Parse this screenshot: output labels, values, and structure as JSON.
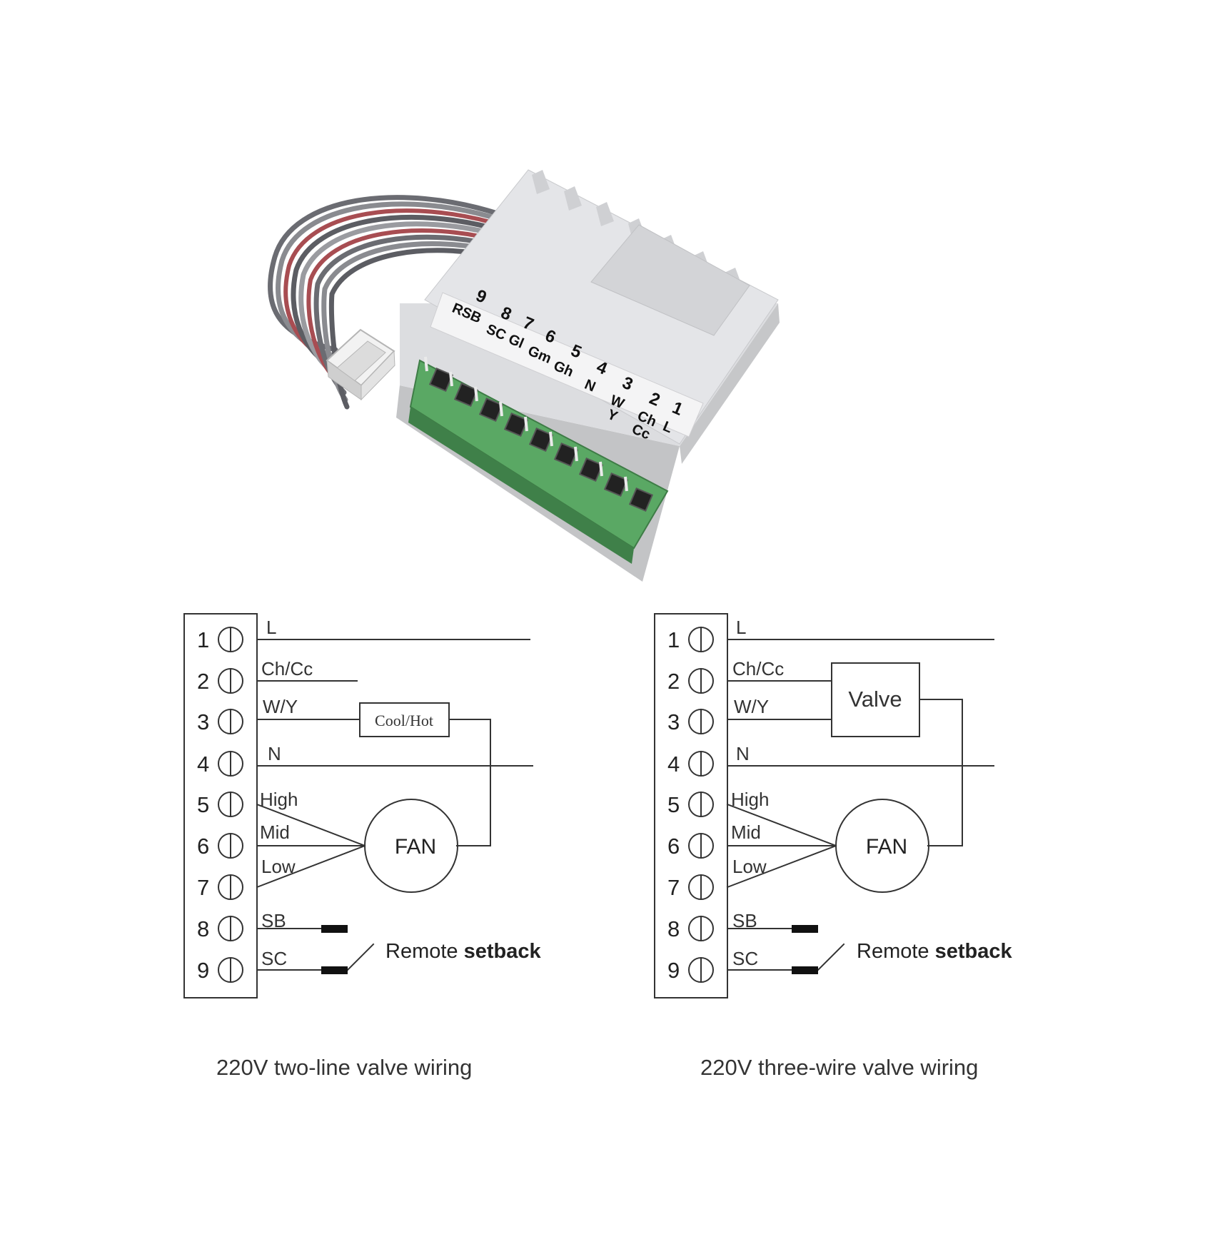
{
  "device": {
    "terminals": [
      {
        "number": "9",
        "code": "RSB"
      },
      {
        "number": "8",
        "code": "SC"
      },
      {
        "number": "7",
        "code": "Gl"
      },
      {
        "number": "6",
        "code": "Gm"
      },
      {
        "number": "5",
        "code": "Gh"
      },
      {
        "number": "4",
        "code": "N"
      },
      {
        "number": "3",
        "code": "W",
        "code2": "Y"
      },
      {
        "number": "2",
        "code": "Ch",
        "code2": "Cc"
      },
      {
        "number": "1",
        "code": "L"
      }
    ],
    "colors": {
      "housing": "#e3e4e6",
      "terminal_block": "#5aa864",
      "wire": "#6b6c72"
    }
  },
  "diagrams": [
    {
      "caption": "220V two-line valve wiring",
      "terminal_numbers": [
        "1",
        "2",
        "3",
        "4",
        "5",
        "6",
        "7",
        "8",
        "9"
      ],
      "wire_labels": {
        "L": "L",
        "ChCc": "Ch/Cc",
        "WY": "W/Y",
        "N": "N",
        "High": "High",
        "Mid": "Mid",
        "Low": "Low",
        "SB": "SB",
        "SC": "SC"
      },
      "valve_label": "Cool/Hot",
      "fan_label": "FAN",
      "remote_label_plain": "Remote",
      "remote_label_bold": "setback"
    },
    {
      "caption": "220V three-wire valve wiring",
      "terminal_numbers": [
        "1",
        "2",
        "3",
        "4",
        "5",
        "6",
        "7",
        "8",
        "9"
      ],
      "wire_labels": {
        "L": "L",
        "ChCc": "Ch/Cc",
        "WY": "W/Y",
        "N": "N",
        "High": "High",
        "Mid": "Mid",
        "Low": "Low",
        "SB": "SB",
        "SC": "SC"
      },
      "valve_label": "Valve",
      "fan_label": "FAN",
      "remote_label_plain": "Remote",
      "remote_label_bold": "setback"
    }
  ]
}
